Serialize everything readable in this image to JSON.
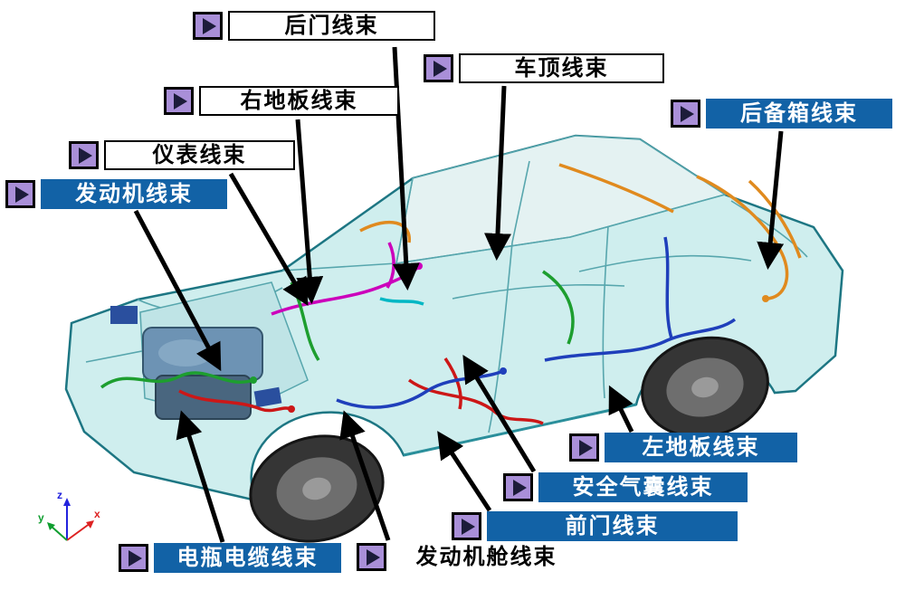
{
  "labels": [
    {
      "id": "rear-door",
      "text": "后门线束",
      "style": "white"
    },
    {
      "id": "roof",
      "text": "车顶线束",
      "style": "white"
    },
    {
      "id": "right-floor",
      "text": "右地板线束",
      "style": "white"
    },
    {
      "id": "trunk",
      "text": "后备箱线束",
      "style": "blue"
    },
    {
      "id": "instrument",
      "text": "仪表线束",
      "style": "white"
    },
    {
      "id": "engine",
      "text": "发动机线束",
      "style": "blue"
    },
    {
      "id": "left-floor",
      "text": "左地板线束",
      "style": "blue"
    },
    {
      "id": "airbag",
      "text": "安全气囊线束",
      "style": "blue"
    },
    {
      "id": "front-door",
      "text": "前门线束",
      "style": "blue"
    },
    {
      "id": "battery-cable",
      "text": "电瓶电缆线束",
      "style": "blue"
    },
    {
      "id": "engine-bay",
      "text": "发动机舱线束",
      "style": "plain"
    }
  ],
  "axes": {
    "x": "x",
    "y": "y",
    "z": "z"
  },
  "colors": {
    "label_blue": "#1262a6",
    "marker_purple": "#a98fd8",
    "car_body_cyan": "#cfeeee",
    "car_edge_teal": "#1d7683",
    "arrow_black": "#000000"
  }
}
